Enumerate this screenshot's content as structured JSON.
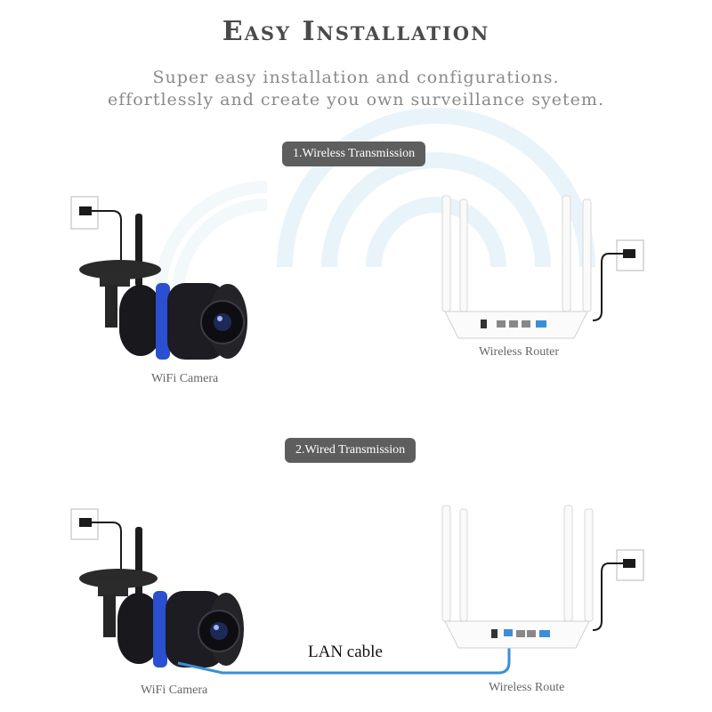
{
  "header": {
    "title": "Easy Installation",
    "subtitle_line1": "Super easy installation and configurations.",
    "subtitle_line2": "effortlessly and create you own surveillance syetem."
  },
  "section1": {
    "badge": "1.Wireless Transmission",
    "camera_label": "WiFi Camera",
    "router_label": "Wireless Router"
  },
  "section2": {
    "badge": "2.Wired Transmission",
    "camera_label": "WiFi Camera",
    "router_label": "Wireless Route",
    "cable_label": "LAN cable"
  },
  "colors": {
    "cable": "#3b8ed6",
    "camera_body": "#1c1c22",
    "camera_ring": "#2a4fd0",
    "badge_bg": "#5e5e5e",
    "wifi_waves": "#e6f3fa"
  }
}
